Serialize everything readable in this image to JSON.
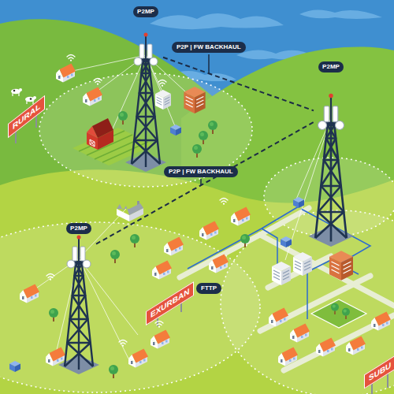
{
  "diagram": {
    "nodes": [
      {
        "text": [
          "P2MP"
        ]
      },
      {
        "text": [
          "P2MP"
        ]
      },
      {
        "text": [
          "P2MP"
        ]
      }
    ],
    "edges": [
      {
        "from": 0,
        "to": 1,
        "label": "P2P | FW BACKHAUL",
        "arrow": "none"
      },
      {
        "from": 2,
        "to": 1,
        "label": "P2P | FW BACKHAUL",
        "arrow": "none"
      }
    ],
    "labels": [
      "RURAL",
      "FTTP",
      "EXURBAN",
      "SUBU"
    ]
  }
}
